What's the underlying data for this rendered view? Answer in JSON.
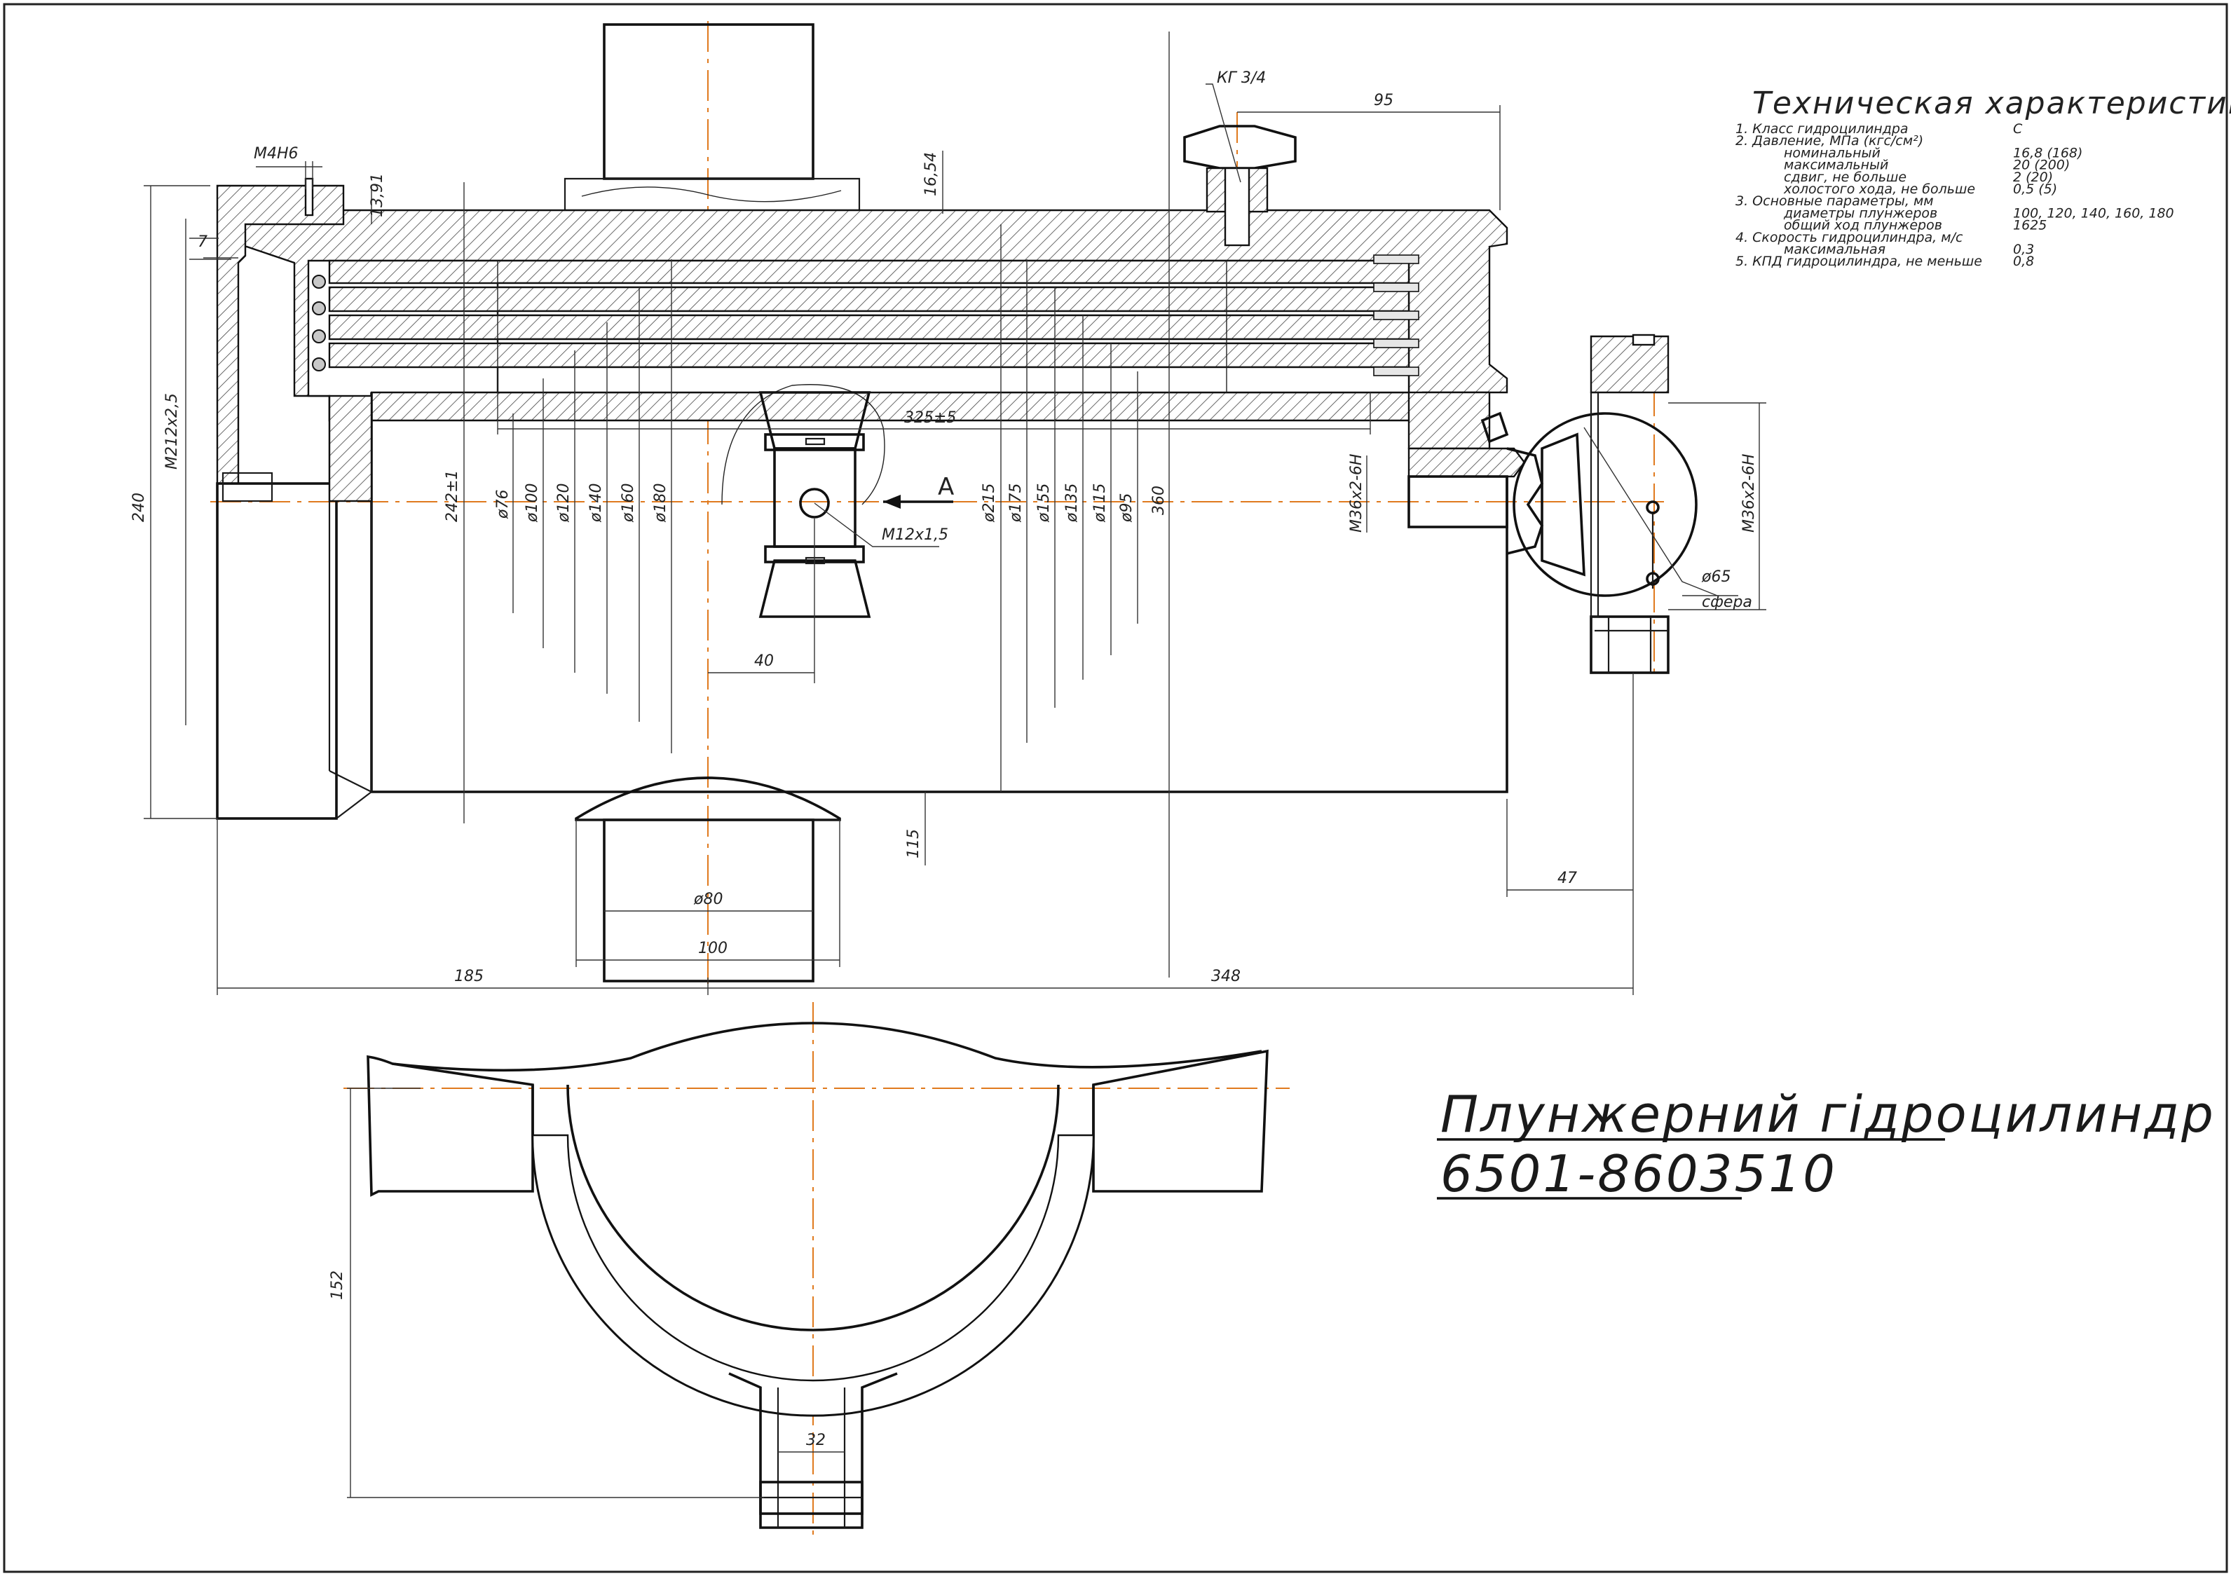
{
  "title": {
    "line1": "Плунжерний гідроцилиндр",
    "line2": "6501-8603510"
  },
  "specs": {
    "heading": "Техническая характеристика",
    "rows": [
      {
        "label": "1. Класс гидроцилиндра",
        "value": "С"
      },
      {
        "label": "2. Давление, МПа (кгс/см²)",
        "value": ""
      },
      {
        "label": "номинальный",
        "value": "16,8 (168)"
      },
      {
        "label": "максимальный",
        "value": "20 (200)"
      },
      {
        "label": "сдвиг, не больше",
        "value": "2 (20)"
      },
      {
        "label": "холостого хода, не больше",
        "value": "0,5 (5)"
      },
      {
        "label": "3. Основные параметры, мм",
        "value": ""
      },
      {
        "label": "диаметры плунжеров",
        "value": "100, 120, 140, 160, 180"
      },
      {
        "label": "общий ход плунжеров",
        "value": "1625"
      },
      {
        "label": "4. Скорость гидроцилиндра, м/с",
        "value": ""
      },
      {
        "label": "максимальная",
        "value": "0,3"
      },
      {
        "label": "5. КПД гидроцилиндра, не меньше",
        "value": "0,8"
      }
    ]
  },
  "dims": {
    "kg": "КГ 3/4",
    "d95": "95",
    "m4": "М4Н6",
    "d1391": "13,91",
    "d1654": "16,54",
    "d7": "7",
    "m212": "М212х2,5",
    "d240": "240",
    "d242": "242±1",
    "phi76": "ø76",
    "phi100": "ø100",
    "phi120": "ø120",
    "phi140": "ø140",
    "phi160": "ø160",
    "phi180": "ø180",
    "d325": "325±5",
    "labelA": "А",
    "m12": "М12х1,5",
    "d40": "40",
    "phi215": "ø215",
    "phi175": "ø175",
    "phi155": "ø155",
    "phi135": "ø135",
    "phi115": "ø115",
    "phi95": "ø95",
    "d360": "360",
    "m36a": "М36х2-6Н",
    "m36b": "М36х2-6Н",
    "phi65": "ø65",
    "sfera": "сфера",
    "d115": "115",
    "phi80": "ø80",
    "d100": "100",
    "d47": "47",
    "d185": "185",
    "d348": "348",
    "d152": "152",
    "d32": "32"
  }
}
